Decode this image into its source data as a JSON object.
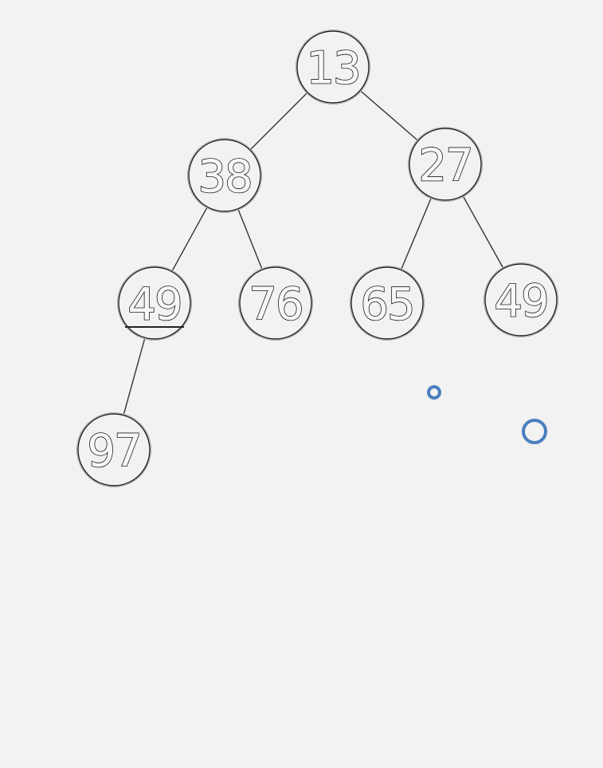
{
  "tree": {
    "nodes": [
      {
        "id": "n1",
        "value": "13"
      },
      {
        "id": "n2",
        "value": "38"
      },
      {
        "id": "n3",
        "value": "27"
      },
      {
        "id": "n4",
        "value": "49"
      },
      {
        "id": "n5",
        "value": "76"
      },
      {
        "id": "n6",
        "value": "65"
      },
      {
        "id": "n7",
        "value": "49"
      },
      {
        "id": "n8",
        "value": "97"
      }
    ],
    "edges": [
      {
        "from": "n1",
        "to": "n2"
      },
      {
        "from": "n1",
        "to": "n3"
      },
      {
        "from": "n2",
        "to": "n4"
      },
      {
        "from": "n2",
        "to": "n5"
      },
      {
        "from": "n3",
        "to": "n6"
      },
      {
        "from": "n3",
        "to": "n7"
      },
      {
        "from": "n4",
        "to": "n8"
      }
    ]
  },
  "colors": {
    "background": "#f2f2f2",
    "marker": "#4a7fbf"
  }
}
